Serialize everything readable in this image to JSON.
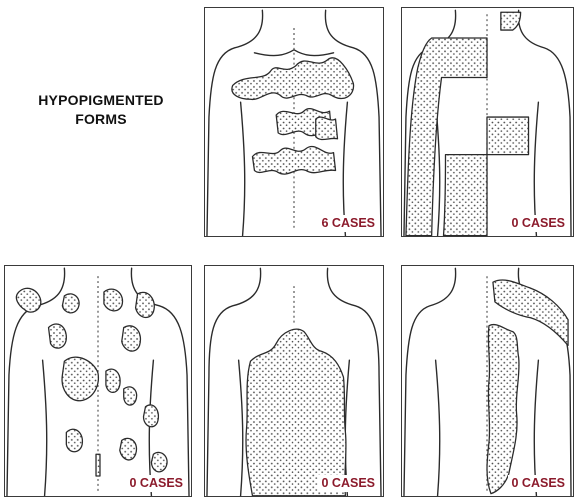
{
  "heading": {
    "line1": "HYPOPIGMENTED",
    "line2": "FORMS"
  },
  "accent_color": "#8b1a2b",
  "panels": [
    {
      "label": "6 CASES"
    },
    {
      "label": "0 CASES"
    },
    {
      "label": "0 CASES"
    },
    {
      "label": "0 CASES"
    },
    {
      "label": "0 CASES"
    }
  ]
}
